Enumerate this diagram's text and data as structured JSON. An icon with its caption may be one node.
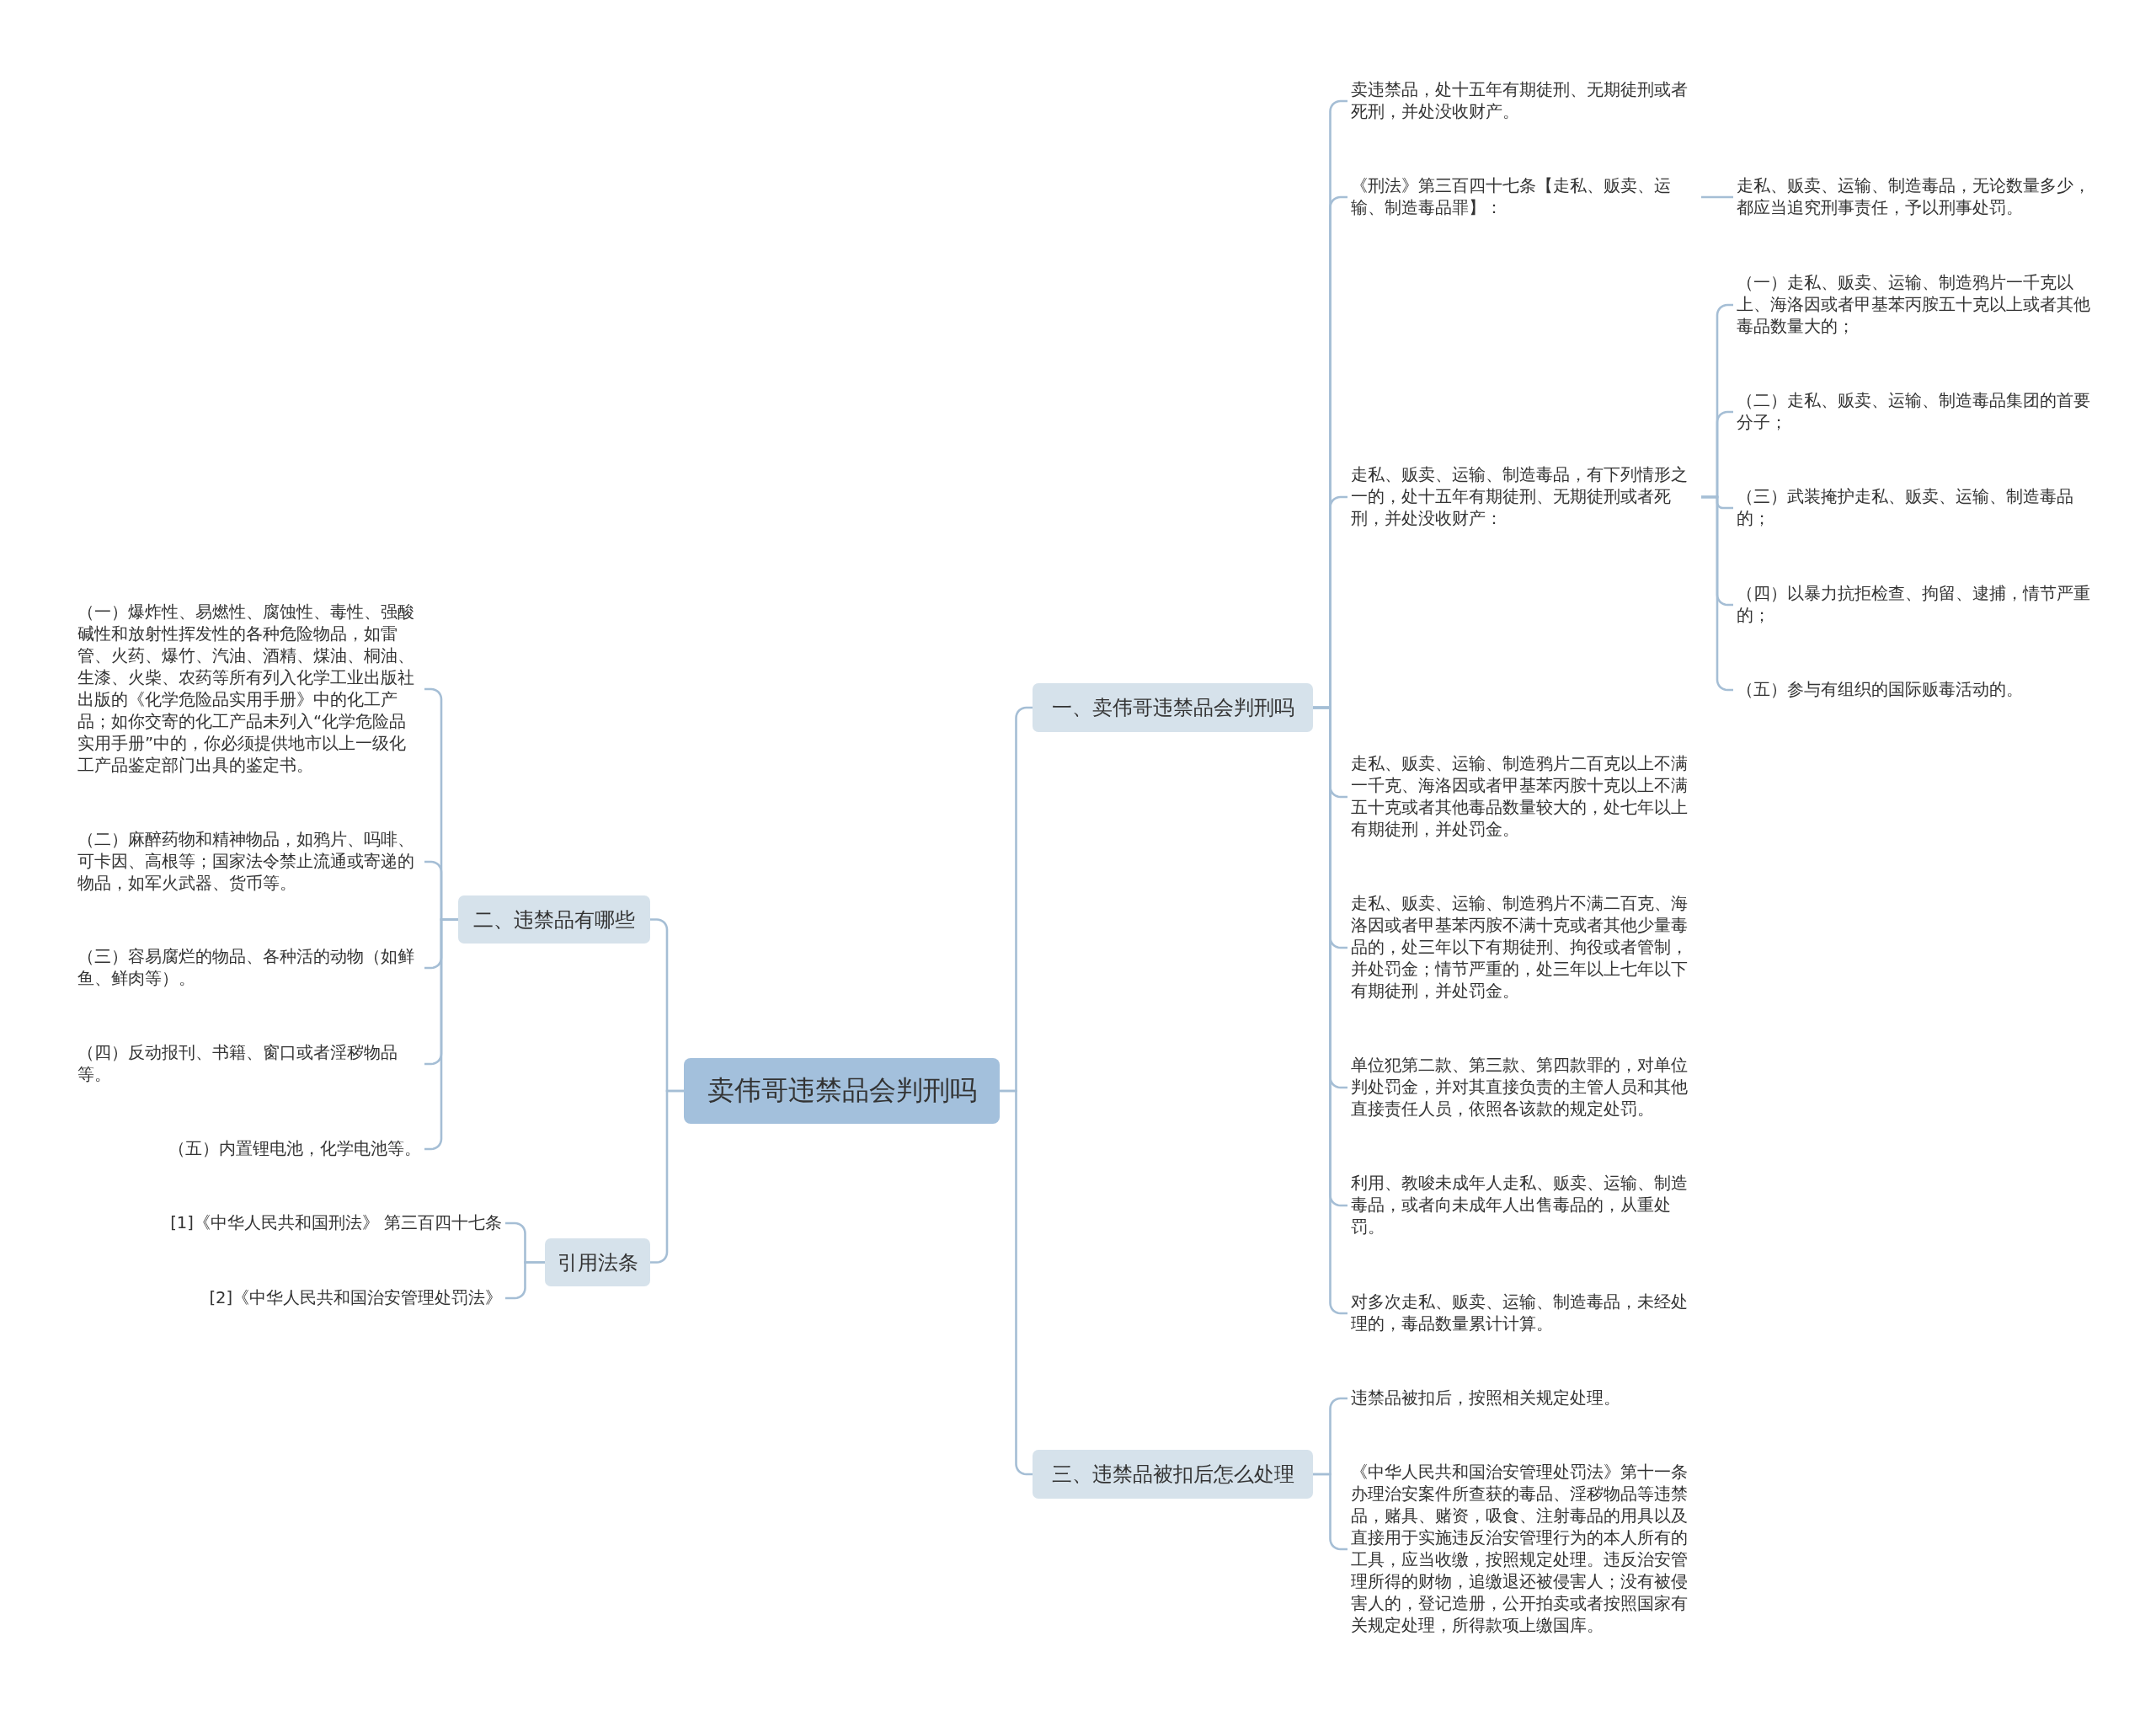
{
  "diagram": {
    "nodes": [
      {
        "text": [
          "卖伟哥违禁品会判刑吗"
        ]
      },
      {
        "text": [
          "一、卖伟哥违禁品会判刑吗"
        ]
      },
      {
        "text": [
          "卖违禁品，处十五年有期徒刑、无期徒刑或者死刑，并处没收财产。"
        ]
      },
      {
        "text": [
          "《刑法》第三百四十七条【走私、贩卖、运输、制造毒品罪】："
        ]
      },
      {
        "text": [
          "走私、贩卖、运输、制造毒品，无论数量多少，都应当追究刑事责任，予以刑事处罚。"
        ]
      },
      {
        "text": [
          "走私、贩卖、运输、制造毒品，有下列情形之一的，处十五年有期徒刑、无期徒刑或者死刑，并处没收财产："
        ]
      },
      {
        "text": [
          "（一）走私、贩卖、运输、制造鸦片一千克以上、海洛因或者甲基苯丙胺五十克以上或者其他毒品数量大的；"
        ]
      },
      {
        "text": [
          "（二）走私、贩卖、运输、制造毒品集团的首要分子；"
        ]
      },
      {
        "text": [
          "（三）武装掩护走私、贩卖、运输、制造毒品的；"
        ]
      },
      {
        "text": [
          "（四）以暴力抗拒检查、拘留、逮捕，情节严重的；"
        ]
      },
      {
        "text": [
          "（五）参与有组织的国际贩毒活动的。"
        ]
      },
      {
        "text": [
          "走私、贩卖、运输、制造鸦片二百克以上不满一千克、海洛因或者甲基苯丙胺十克以上不满五十克或者其他毒品数量较大的，处七年以上有期徒刑，并处罚金。"
        ]
      },
      {
        "text": [
          "走私、贩卖、运输、制造鸦片不满二百克、海洛因或者甲基苯丙胺不满十克或者其他少量毒品的，处三年以下有期徒刑、拘役或者管制，并处罚金；情节严重的，处三年以上七年以下有期徒刑，并处罚金。"
        ]
      },
      {
        "text": [
          "单位犯第二款、第三款、第四款罪的，对单位判处罚金，并对其直接负责的主管人员和其他直接责任人员，依照各该款的规定处罚。"
        ]
      },
      {
        "text": [
          "利用、教唆未成年人走私、贩卖、运输、制造毒品，或者向未成年人出售毒品的，从重处罚。"
        ]
      },
      {
        "text": [
          "对多次走私、贩卖、运输、制造毒品，未经处理的，毒品数量累计计算。"
        ]
      },
      {
        "text": [
          "三、违禁品被扣后怎么处理"
        ]
      },
      {
        "text": [
          "违禁品被扣后，按照相关规定处理。"
        ]
      },
      {
        "text": [
          "《中华人民共和国治安管理处罚法》第十一条办理治安案件所查获的毒品、淫秽物品等违禁品，赌具、赌资，吸食、注射毒品的用具以及直接用于实施违反治安管理行为的本人所有的工具，应当收缴，按照规定处理。违反治安管理所得的财物，追缴退还被侵害人；没有被侵害人的，登记造册，公开拍卖或者按照国家有关规定处理，所得款项上缴国库。"
        ]
      },
      {
        "text": [
          "二、违禁品有哪些"
        ]
      },
      {
        "text": [
          "（一）爆炸性、易燃性、腐蚀性、毒性、强酸碱性和放射性挥发性的各种危险物品，如雷管、火药、爆竹、汽油、酒精、煤油、桐油、生漆、火柴、农药等所有列入化学工业出版社出版的《化学危险品实用手册》中的化工产品；如你交寄的化工产品未列入“化学危险品实用手册”中的，你必须提供地市以上一级化工产品鉴定部门出具的鉴定书。"
        ]
      },
      {
        "text": [
          "（二）麻醉药物和精神物品，如鸦片、吗啡、可卡因、高根等；国家法令禁止流通或寄递的物品，如军火武器、货币等。"
        ]
      },
      {
        "text": [
          "（三）容易腐烂的物品、各种活的动物（如鲜鱼、鲜肉等）。"
        ]
      },
      {
        "text": [
          "（四）反动报刊、书籍、窗口或者淫秽物品等。"
        ]
      },
      {
        "text": [
          "（五）内置锂电池，化学电池等。"
        ]
      },
      {
        "text": [
          "引用法条"
        ]
      },
      {
        "text": [
          "[1]《中华人民共和国刑法》 第三百四十七条"
        ]
      },
      {
        "text": [
          "[2]《中华人民共和国治安管理处罚法》"
        ]
      }
    ],
    "edges": [
      {
        "from": 0,
        "to": 1,
        "arrow": "none"
      },
      {
        "from": 1,
        "to": 2,
        "arrow": "none"
      },
      {
        "from": 1,
        "to": 3,
        "arrow": "none"
      },
      {
        "from": 3,
        "to": 4,
        "arrow": "none"
      },
      {
        "from": 1,
        "to": 5,
        "arrow": "none"
      },
      {
        "from": 5,
        "to": 6,
        "arrow": "none"
      },
      {
        "from": 5,
        "to": 7,
        "arrow": "none"
      },
      {
        "from": 5,
        "to": 8,
        "arrow": "none"
      },
      {
        "from": 5,
        "to": 9,
        "arrow": "none"
      },
      {
        "from": 5,
        "to": 10,
        "arrow": "none"
      },
      {
        "from": 1,
        "to": 11,
        "arrow": "none"
      },
      {
        "from": 1,
        "to": 12,
        "arrow": "none"
      },
      {
        "from": 1,
        "to": 13,
        "arrow": "none"
      },
      {
        "from": 1,
        "to": 14,
        "arrow": "none"
      },
      {
        "from": 1,
        "to": 15,
        "arrow": "none"
      },
      {
        "from": 0,
        "to": 16,
        "arrow": "none"
      },
      {
        "from": 16,
        "to": 17,
        "arrow": "none"
      },
      {
        "from": 16,
        "to": 18,
        "arrow": "none"
      },
      {
        "from": 0,
        "to": 19,
        "arrow": "none"
      },
      {
        "from": 19,
        "to": 20,
        "arrow": "none"
      },
      {
        "from": 19,
        "to": 21,
        "arrow": "none"
      },
      {
        "from": 19,
        "to": 22,
        "arrow": "none"
      },
      {
        "from": 19,
        "to": 23,
        "arrow": "none"
      },
      {
        "from": 19,
        "to": 24,
        "arrow": "none"
      },
      {
        "from": 0,
        "to": 25,
        "arrow": "none"
      },
      {
        "from": 25,
        "to": 26,
        "arrow": "none"
      },
      {
        "from": 25,
        "to": 27,
        "arrow": "none"
      }
    ]
  }
}
